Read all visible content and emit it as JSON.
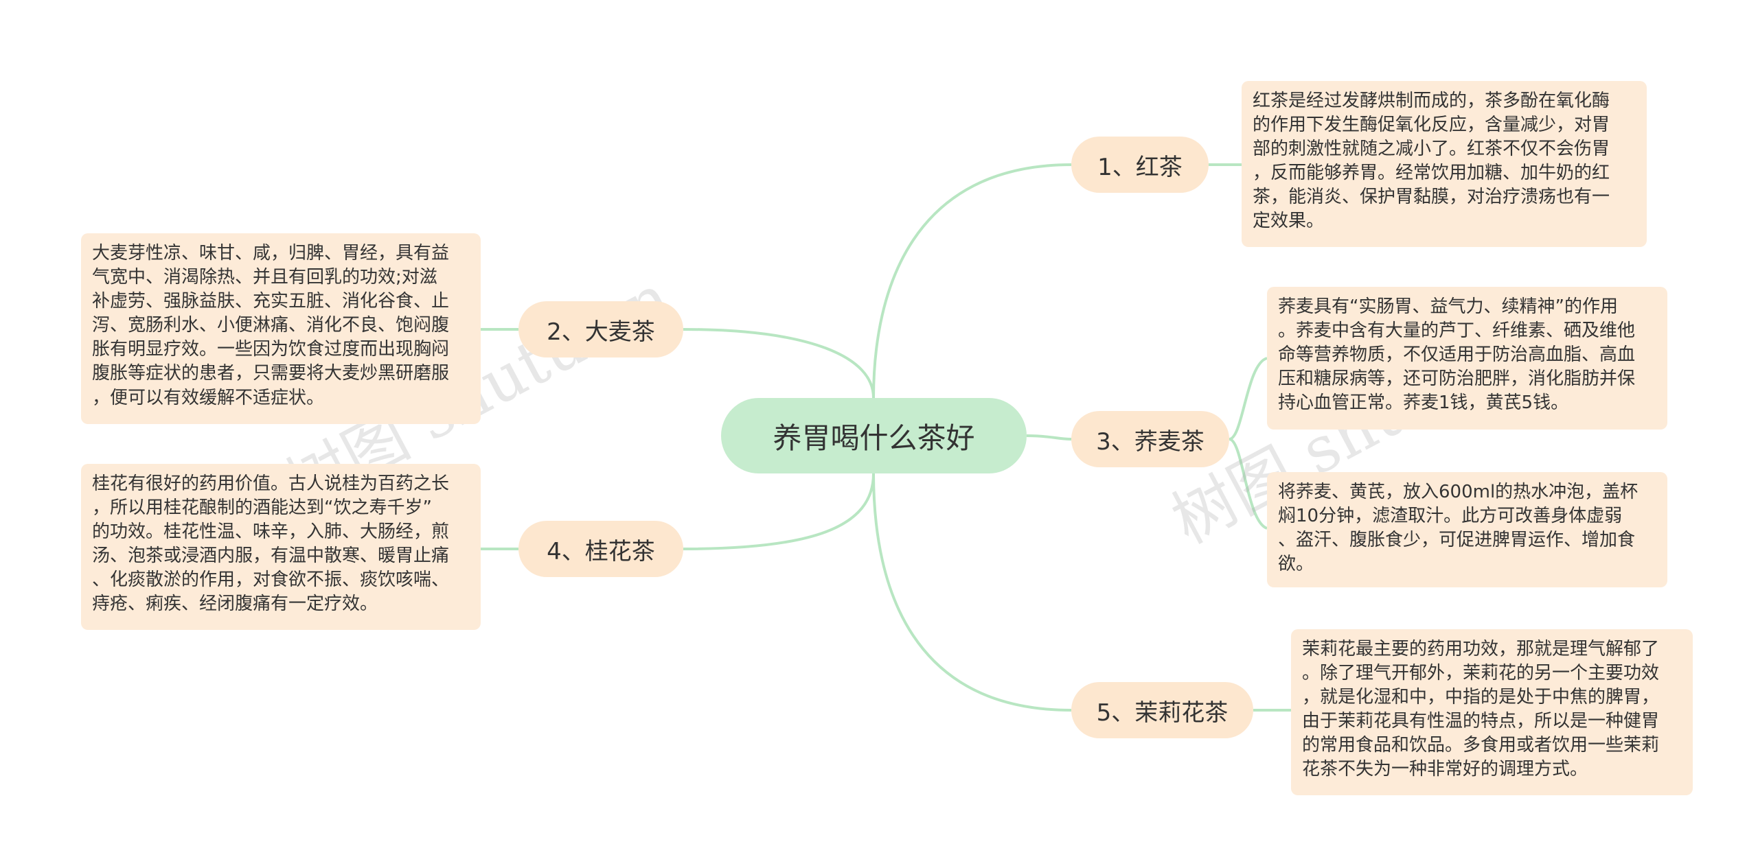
{
  "root": {
    "label": "养胃喝什么茶好"
  },
  "branches": [
    {
      "label": "1、红茶"
    },
    {
      "label": "2、大麦茶"
    },
    {
      "label": "3、荞麦茶"
    },
    {
      "label": "4、桂花茶"
    },
    {
      "label": "5、茉莉花茶"
    }
  ],
  "leaves": {
    "black_tea": "红茶是经过发酵烘制而成的，茶多酚在氧化酶\n的作用下发生酶促氧化反应，含量减少，对胃\n部的刺激性就随之减小了。红茶不仅不会伤胃\n，反而能够养胃。经常饮用加糖、加牛奶的红\n茶，能消炎、保护胃黏膜，对治疗溃疡也有一\n定效果。",
    "barley_tea": "大麦芽性凉、味甘、咸，归脾、胃经，具有益\n气宽中、消渴除热、并且有回乳的功效;对滋\n补虚劳、强脉益肤、充实五脏、消化谷食、止\n泻、宽肠利水、小便淋痛、消化不良、饱闷腹\n胀有明显疗效。一些因为饮食过度而出现胸闷\n腹胀等症状的患者，只需要将大麦炒黑研磨服\n，便可以有效缓解不适症状。",
    "buckwheat_tea_1": "荞麦具有“实肠胃、益气力、续精神”的作用\n。荞麦中含有大量的芦丁、纤维素、硒及维他\n命等营养物质，不仅适用于防治高血脂、高血\n压和糖尿病等，还可防治肥胖，消化脂肪并保\n持心血管正常。荞麦1钱，黄芪5钱。",
    "buckwheat_tea_2": "将荞麦、黄芪，放入600ml的热水冲泡，盖杯\n焖10分钟，滤渣取汁。此方可改善身体虚弱\n、盗汗、腹胀食少，可促进脾胃运作、增加食\n欲。",
    "osmanthus_tea": "桂花有很好的药用价值。古人说桂为百药之长\n，所以用桂花酿制的酒能达到“饮之寿千岁”\n的功效。桂花性温、味辛，入肺、大肠经，煎\n汤、泡茶或浸酒内服，有温中散寒、暖胃止痛\n、化痰散淤的作用，对食欲不振、痰饮咳喘、\n痔疮、痢疾、经闭腹痛有一定疗效。",
    "jasmine_tea": "茉莉花最主要的药用功效，那就是理气解郁了\n。除了理气开郁外，茉莉花的另一个主要功效\n，就是化湿和中，中指的是处于中焦的脾胃，\n由于茉莉花具有性温的特点，所以是一种健胃\n的常用食品和饮品。多食用或者饮用一些茉莉\n花茶不失为一种非常好的调理方式。"
  },
  "watermarks": [
    "树图 shutu.cn",
    "树图 shutu.cn"
  ],
  "colors": {
    "root": "#c6ecce",
    "branch": "#fde7cf",
    "leaf": "#fdebd8",
    "edge": "#b8e6c2"
  }
}
